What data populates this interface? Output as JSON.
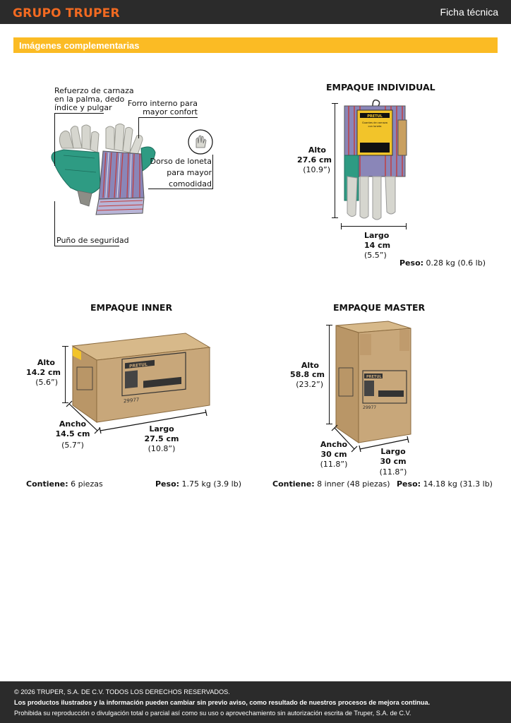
{
  "header": {
    "brand": "GRUPO TRUPER",
    "doc_title": "Ficha técnica"
  },
  "section": {
    "title": "Imágenes complementarias"
  },
  "features": {
    "refuerzo": [
      "Refuerzo de carnaza",
      "en la palma, dedo",
      "índice y pulgar"
    ],
    "forro": [
      "Forro interno para",
      "mayor confort"
    ],
    "dorso": [
      "Dorso de loneta",
      "para mayor",
      "comodidad"
    ],
    "puno": "Puño de seguridad"
  },
  "individual": {
    "title": "EMPAQUE INDIVIDUAL",
    "alto": {
      "label": "Alto",
      "value": "27.6 cm",
      "inches": "(10.9”)"
    },
    "largo": {
      "label": "Largo",
      "value": "14 cm",
      "inches": "(5.5”)"
    },
    "peso_label": "Peso:",
    "peso_value": "0.28 kg (0.6 lb)",
    "pack": {
      "brand": "PRETUL",
      "text": [
        "Guantes de carnaza",
        "con loneta"
      ]
    }
  },
  "inner": {
    "title": "EMPAQUE INNER",
    "alto": {
      "label": "Alto",
      "value": "14.2 cm",
      "inches": "(5.6”)"
    },
    "ancho": {
      "label": "Ancho",
      "value": "14.5 cm",
      "inches": "(5.7”)"
    },
    "largo": {
      "label": "Largo",
      "value": "27.5 cm",
      "inches": "(10.8”)"
    },
    "contiene_label": "Contiene:",
    "contiene_value": "6 piezas",
    "peso_label": "Peso:",
    "peso_value": "1.75 kg (3.9 lb)",
    "box": {
      "brand": "PRETUL",
      "code": "29977"
    }
  },
  "master": {
    "title": "EMPAQUE MASTER",
    "alto": {
      "label": "Alto",
      "value": "58.8 cm",
      "inches": "(23.2”)"
    },
    "ancho": {
      "label": "Ancho",
      "value": "30 cm",
      "inches": "(11.8”)"
    },
    "largo": {
      "label": "Largo",
      "value": "30 cm",
      "inches": "(11.8”)"
    },
    "contiene_label": "Contiene:",
    "contiene_value": "8 inner (48 piezas)",
    "peso_label": "Peso:",
    "peso_value": "14.18 kg (31.3 lb)",
    "box": {
      "brand": "PRETUL",
      "code": "29977"
    }
  },
  "footer": {
    "line1": "© 2026 TRUPER, S.A. DE C.V. TODOS LOS DERECHOS RESERVADOS.",
    "line2": "Los productos ilustrados y la información pueden cambiar sin previo aviso, como resultado de nuestros procesos de mejora continua.",
    "line3": "Prohibida su reproducción o divulgación total o parcial así como su uso o aprovechamiento sin autorización escrita de Truper, S.A. de C.V."
  },
  "colors": {
    "accent": "#fbbb24",
    "brand": "#f26a21",
    "header_bg": "#2b2b2b",
    "cardboard": "#c8a77a",
    "glove_green": "#2e9b83"
  }
}
